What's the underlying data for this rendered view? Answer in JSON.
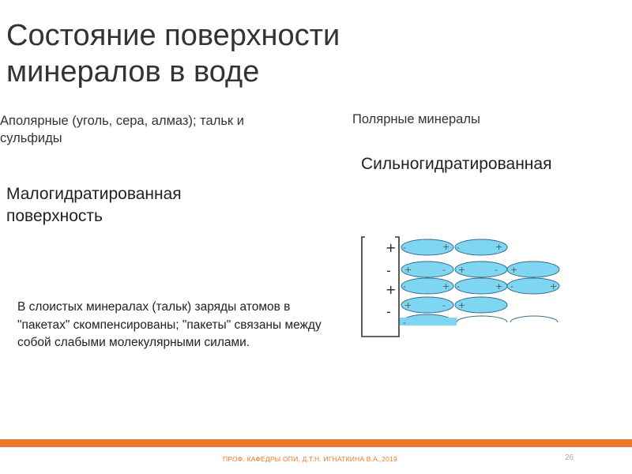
{
  "title": "Состояние поверхности минералов в воде",
  "left": {
    "heading": "Аполярные (уголь, сера, алмаз); тальк и сульфиды",
    "surface": "Малогидратированная поверхность",
    "note": "В слоистых минералах (тальк) заряды атомов в \"пакетах\" скомпенсированы; \"пакеты\" связаны между собой слабыми молекулярными силами."
  },
  "right": {
    "heading": "Полярные минералы",
    "surface": "Сильногидратированная"
  },
  "diagram": {
    "charges": [
      "+",
      "-",
      "+",
      "-"
    ],
    "ellipse_color": "#7fd6f2"
  },
  "footer": {
    "text": "ПРОФ. КАФЕДРЫ ОПИ, Д.Т.Н. ИГНАТКИНА В.А.,2019",
    "page": "26",
    "accent": "#e77b2b"
  }
}
